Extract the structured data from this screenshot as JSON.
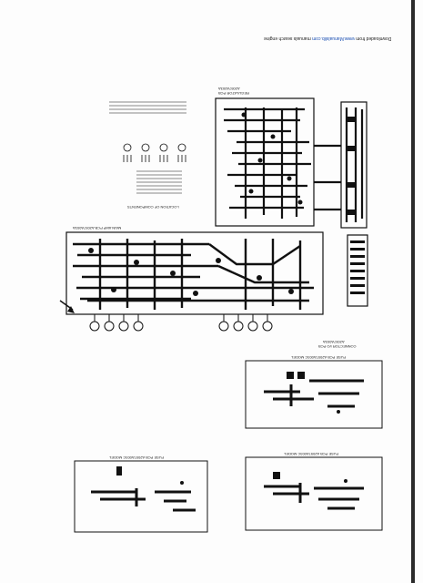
{
  "header": {
    "download_notice": "Downloaded from",
    "site_link": "www.Manualslib.com",
    "tail": "manuals search engine"
  },
  "main_pcb": {
    "title": "MAIN AMP PCB A2057A003A",
    "regulator_title": "REGULATOR PCB",
    "regulator_code": "A2057A003A",
    "connector_title": "CONNECTOR I/O PCB",
    "connector_code": "A2057A003A"
  },
  "fuse_pcbs": [
    {
      "title": "FUSE PCB A2057A003C",
      "model": "MODEL"
    },
    {
      "title": "FUSE PCB A2057A003C",
      "model": "MODEL"
    },
    {
      "title": "FUSE PCB A2057A003C",
      "model": "MODEL"
    }
  ],
  "legend": {
    "caption": "LOCATION OF COMPONENTS"
  },
  "colors": {
    "ink": "#111111",
    "paper": "#fdfdfd",
    "link": "#1a4fb3"
  }
}
